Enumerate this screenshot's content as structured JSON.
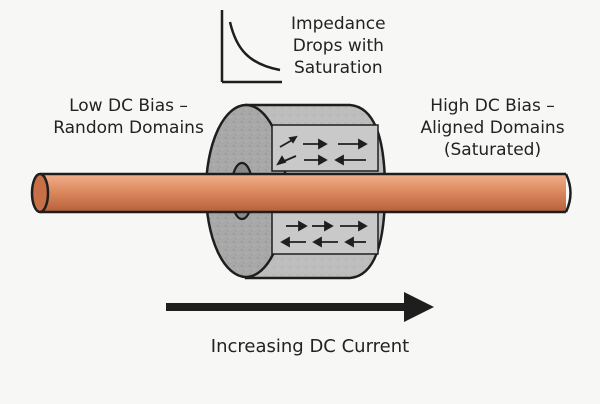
{
  "labels": {
    "left": [
      "Low DC Bias –",
      "Random Domains"
    ],
    "right": [
      "High DC Bias –",
      "Aligned Domains",
      "(Saturated)"
    ],
    "impedance": [
      "Impedance",
      "Drops with",
      "Saturation"
    ],
    "bottom": "Increasing DC Current"
  },
  "colors": {
    "copper": "#d9825b",
    "copper_dark": "#a6502c",
    "core": "#9b9b9b",
    "core_face": "#b5b5b5",
    "ink": "#1e1e1e",
    "background": "#f7f7f5"
  },
  "icons": {
    "graph": "impedance-curve-icon",
    "arrow": "current-direction-arrow-icon"
  }
}
